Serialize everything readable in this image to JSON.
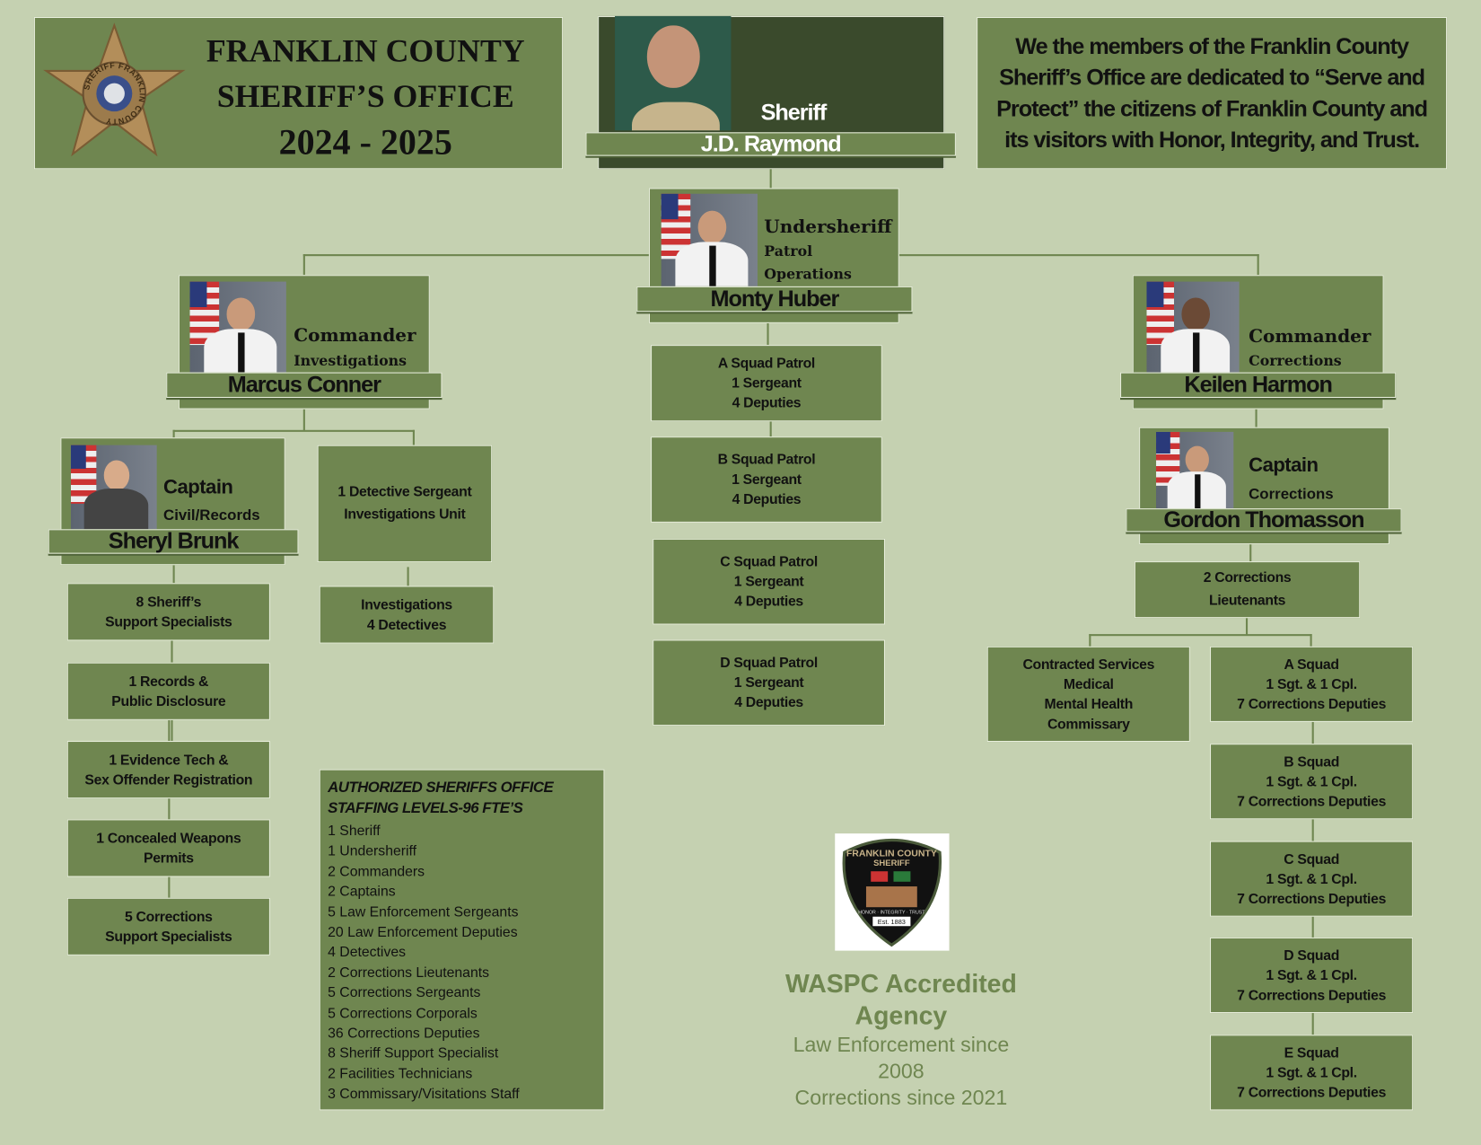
{
  "header": {
    "line1": "FRANKLIN COUNTY",
    "line2": "SHERIFF’S OFFICE",
    "years": "2024 - 2025",
    "badge_text": "SHERIFF FRANKLIN COUNTY"
  },
  "mission": "We the members of the Franklin County Sheriff’s Office are dedicated to “Serve and Protect” the citizens of Franklin County and its visitors with Honor, Integrity, and Trust.",
  "sheriff": {
    "title": "Sheriff",
    "name": "J.D. Raymond"
  },
  "undersheriff": {
    "title": "Undersheriff",
    "sub1": "Patrol",
    "sub2": "Operations",
    "name": "Monty Huber"
  },
  "commander_inv": {
    "title": "Commander",
    "sub": "Investigations",
    "name": "Marcus Conner"
  },
  "commander_cor": {
    "title": "Commander",
    "sub": "Corrections",
    "name": "Keilen Harmon"
  },
  "captain_civil": {
    "title": "Captain",
    "sub": "Civil/Records",
    "name": "Sheryl Brunk"
  },
  "captain_cor": {
    "title": "Captain",
    "sub": "Corrections",
    "name": "Gordon Thomasson"
  },
  "detective": {
    "l1": "1 Detective Sergeant",
    "l2": "Investigations Unit"
  },
  "investigations": {
    "l1": "Investigations",
    "l2": "4 Detectives"
  },
  "civil_units": [
    {
      "l1": "8 Sheriff’s",
      "l2": "Support Specialists"
    },
    {
      "l1": "1 Records &",
      "l2": "Public Disclosure"
    },
    {
      "l1": "1 Evidence Tech &",
      "l2": "Sex Offender Registration"
    },
    {
      "l1": "1 Concealed Weapons",
      "l2": "Permits"
    },
    {
      "l1": "5 Corrections",
      "l2": "Support Specialists"
    }
  ],
  "patrol_squads": [
    {
      "l1": "A Squad Patrol",
      "l2": "1 Sergeant",
      "l3": "4 Deputies"
    },
    {
      "l1": "B Squad Patrol",
      "l2": "1 Sergeant",
      "l3": "4 Deputies"
    },
    {
      "l1": "C Squad Patrol",
      "l2": "1 Sergeant",
      "l3": "4 Deputies"
    },
    {
      "l1": "D Squad Patrol",
      "l2": "1 Sergeant",
      "l3": "4 Deputies"
    }
  ],
  "lieutenants": {
    "l1": "2 Corrections",
    "l2": "Lieutenants"
  },
  "contracted": {
    "l1": "Contracted Services",
    "l2": "Medical",
    "l3": "Mental Health",
    "l4": "Commissary"
  },
  "corrections_squads": [
    {
      "l1": "A Squad",
      "l2": "1 Sgt. & 1 Cpl.",
      "l3": "7 Corrections Deputies"
    },
    {
      "l1": "B Squad",
      "l2": "1 Sgt. & 1 Cpl.",
      "l3": "7 Corrections Deputies"
    },
    {
      "l1": "C Squad",
      "l2": "1 Sgt. & 1 Cpl.",
      "l3": "7 Corrections Deputies"
    },
    {
      "l1": "D Squad",
      "l2": "1 Sgt. & 1 Cpl.",
      "l3": "7 Corrections Deputies"
    },
    {
      "l1": "E Squad",
      "l2": "1 Sgt. & 1 Cpl.",
      "l3": "7 Corrections Deputies"
    }
  ],
  "staffing": {
    "title1": "AUTHORIZED SHERIFFS OFFICE",
    "title2": "STAFFING LEVELS-96 FTE’S",
    "items": [
      "1 Sheriff",
      "1 Undersheriff",
      "2 Commanders",
      "2 Captains",
      "5 Law Enforcement Sergeants",
      "20 Law Enforcement Deputies",
      "4 Detectives",
      "2 Corrections Lieutenants",
      "5 Corrections Sergeants",
      "5 Corrections Corporals",
      "36 Corrections Deputies",
      "8 Sheriff Support Specialist",
      "2 Facilities Technicians",
      "3 Commissary/Visitations Staff"
    ]
  },
  "patch": {
    "text": "FRANKLIN COUNTY SHERIFF",
    "motto": "HONOR · INTEGRITY · TRUST",
    "est": "Est. 1883"
  },
  "accreditation": {
    "l1": "WASPC Accredited",
    "l2": "Agency",
    "l3": "Law Enforcement since",
    "l4": "2008",
    "l5": "Corrections since 2021"
  },
  "colors": {
    "background": "#c5d1b1",
    "box": "#6f8650",
    "dark": "#3a4a2c",
    "accent_text": "#6f8650"
  }
}
